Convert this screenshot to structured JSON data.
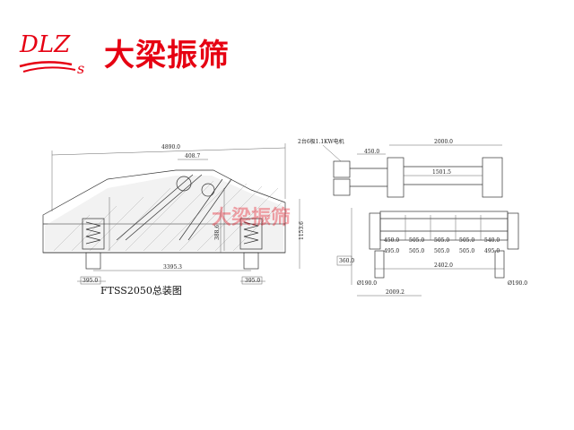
{
  "logo": {
    "mark_text": "DLZ",
    "mark_sub": "s",
    "company_name": "大梁振筛",
    "brand_color": "#e60012"
  },
  "watermark": "大梁振筛",
  "side_view": {
    "caption": "FTSS2050总装图",
    "dims": {
      "overall_length": "4890.0",
      "top_width": "408.7",
      "span": "3395.3",
      "height_center": "388.6",
      "height_total": "1153.6",
      "foot_left": "395.0",
      "foot_right": "395.0"
    }
  },
  "front_view": {
    "motor_note": "2台6极1.1KW电机",
    "dims": {
      "motor_width": "450.0",
      "top_span": "2000.0",
      "mid_span": "1501.5",
      "seg_upper": [
        "450.0",
        "505.0",
        "505.0",
        "505.0",
        "540.0"
      ],
      "seg_lower": [
        "495.0",
        "505.0",
        "505.0",
        "505.0",
        "495.0"
      ],
      "total_width": "2402.0",
      "height_left": "360.0",
      "bolt_left": "Ø190.0",
      "bolt_right": "Ø190.0",
      "bottom_total": "2009.2"
    }
  }
}
